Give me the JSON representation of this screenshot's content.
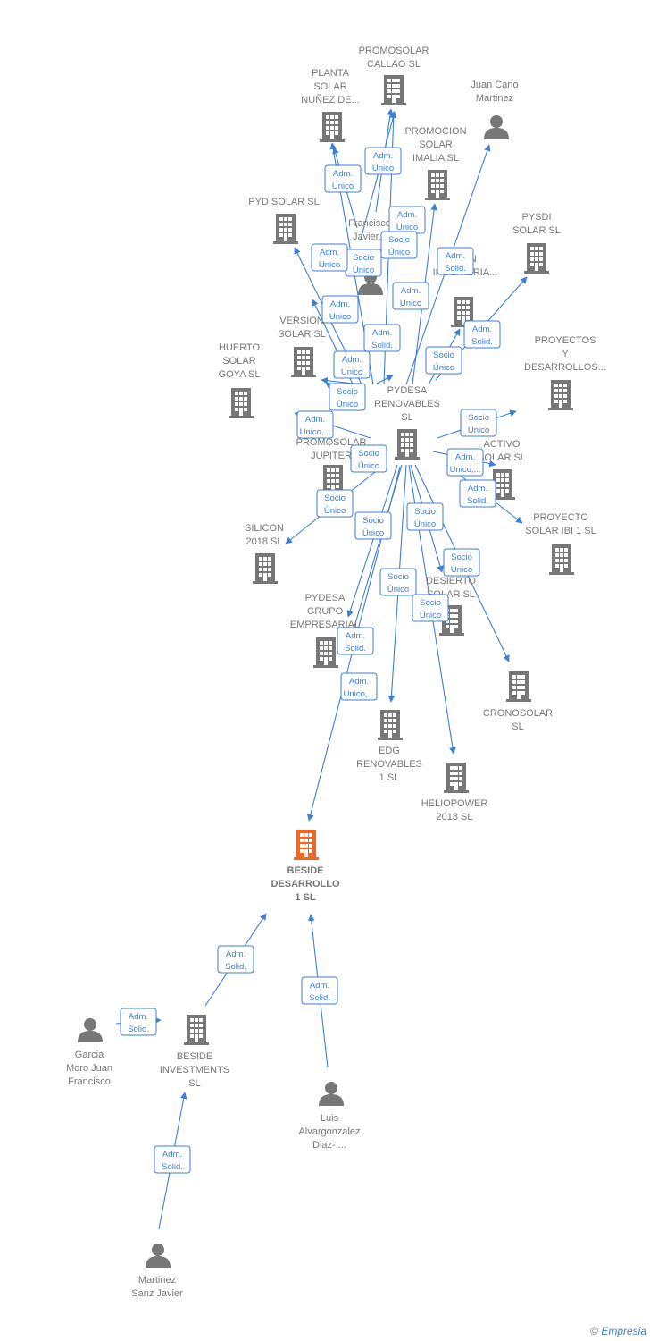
{
  "colors": {
    "edge": "#3d7fd6",
    "node": "#777777",
    "highlight": "#f26522"
  },
  "nodes": [
    {
      "id": "promosolar_callao",
      "type": "company",
      "label": [
        "PROMOSOLAR",
        "CALLAO  SL"
      ]
    },
    {
      "id": "planta_solar",
      "type": "company",
      "label": [
        "PLANTA",
        "SOLAR",
        "NUÑEZ DE..."
      ]
    },
    {
      "id": "juan_cano",
      "type": "person",
      "label": [
        "Juan Cano",
        "Martinez"
      ]
    },
    {
      "id": "promocion_imalia",
      "type": "company",
      "label": [
        "PROMOCION",
        "SOLAR",
        "IMALIA  SL"
      ]
    },
    {
      "id": "pyd_solar",
      "type": "company",
      "label": [
        "PYD SOLAR  SL"
      ]
    },
    {
      "id": "pysdi",
      "type": "company",
      "label": [
        "PYSDI",
        "SOLAR  SL"
      ]
    },
    {
      "id": "francisco",
      "type": "person",
      "label": [
        "Francisco",
        "Javier..."
      ]
    },
    {
      "id": "ingenieria",
      "type": "company",
      "label": [
        "...ON",
        "INGENIERIA..."
      ]
    },
    {
      "id": "version",
      "type": "company",
      "label": [
        "VERSION",
        "SOLAR  SL"
      ]
    },
    {
      "id": "proyectos_desarrollos",
      "type": "company",
      "label": [
        "PROYECTOS",
        "Y",
        "DESARROLLOS..."
      ]
    },
    {
      "id": "huerto_goya",
      "type": "company",
      "label": [
        "HUERTO",
        "SOLAR",
        "GOYA  SL"
      ]
    },
    {
      "id": "pydesa_renovables",
      "type": "company",
      "label": [
        "PYDESA",
        "RENOVABLES",
        "SL"
      ]
    },
    {
      "id": "promosolar_jupiter",
      "type": "company",
      "label": [
        "PROMOSOLAR",
        "JUPITER"
      ]
    },
    {
      "id": "activo_solar",
      "type": "company",
      "label": [
        "ACTIVO",
        "SOLAR  SL"
      ]
    },
    {
      "id": "silicon",
      "type": "company",
      "label": [
        "SILICON",
        "2018  SL"
      ]
    },
    {
      "id": "proyecto_ibi",
      "type": "company",
      "label": [
        "PROYECTO",
        "SOLAR IBI 1  SL"
      ]
    },
    {
      "id": "desierto",
      "type": "company",
      "label": [
        "DESIERTO",
        "SOLAR  SL"
      ]
    },
    {
      "id": "pydesa_grupo",
      "type": "company",
      "label": [
        "PYDESA",
        "GRUPO",
        "EMPRESARIAL"
      ]
    },
    {
      "id": "cronosolar",
      "type": "company",
      "label": [
        "CRONOSOLAR",
        "SL"
      ]
    },
    {
      "id": "edg",
      "type": "company",
      "label": [
        "EDG",
        "RENOVABLES",
        "1  SL"
      ]
    },
    {
      "id": "heliopower",
      "type": "company",
      "label": [
        "HELIOPOWER",
        "2018  SL"
      ]
    },
    {
      "id": "beside_desarrollo",
      "type": "company-highlight",
      "label": [
        "BESIDE",
        "DESARROLLO",
        "1  SL"
      ]
    },
    {
      "id": "garcia_moro",
      "type": "person",
      "label": [
        "Garcia",
        "Moro Juan",
        "Francisco"
      ]
    },
    {
      "id": "beside_investments",
      "type": "company",
      "label": [
        "BESIDE",
        "INVESTMENTS",
        "SL"
      ]
    },
    {
      "id": "luis_alvargonzalez",
      "type": "person",
      "label": [
        "Luis",
        "Alvargonzalez",
        "Diaz- ..."
      ]
    },
    {
      "id": "martinez_sanz",
      "type": "person",
      "label": [
        "Martinez",
        "Sanz Javier"
      ]
    }
  ],
  "edges": [
    {
      "label": [
        "Adm.",
        "Unico"
      ]
    },
    {
      "label": [
        "Adm.",
        "Unico"
      ]
    },
    {
      "label": [
        "Adm.",
        "Unico"
      ]
    },
    {
      "label": [
        "Adm.",
        "Solid."
      ]
    },
    {
      "label": [
        "Adm.",
        "Unico"
      ]
    },
    {
      "label": [
        "Socio",
        "Único"
      ]
    },
    {
      "label": [
        "Socio",
        "Único"
      ]
    },
    {
      "label": [
        "Adm.",
        "Unico"
      ]
    },
    {
      "label": [
        "Adm.",
        "Unico"
      ]
    },
    {
      "label": [
        "Adm.",
        "Solid."
      ]
    },
    {
      "label": [
        "Adm.",
        "Solid."
      ]
    },
    {
      "label": [
        "Adm.",
        "Unico"
      ]
    },
    {
      "label": [
        "Socio",
        "Único"
      ]
    },
    {
      "label": [
        "Socio",
        "Único"
      ]
    },
    {
      "label": [
        "Adm.",
        "Unico,..."
      ]
    },
    {
      "label": [
        "Socio",
        "Único"
      ]
    },
    {
      "label": [
        "Socio",
        "Único"
      ]
    },
    {
      "label": [
        "Adm.",
        "Unico,..."
      ]
    },
    {
      "label": [
        "Adm.",
        "Solid."
      ]
    },
    {
      "label": [
        "Socio",
        "Único"
      ]
    },
    {
      "label": [
        "Socio",
        "Único"
      ]
    },
    {
      "label": [
        "Socio",
        "Único"
      ]
    },
    {
      "label": [
        "Socio",
        "Único"
      ]
    },
    {
      "label": [
        "Socio",
        "Único"
      ]
    },
    {
      "label": [
        "Socio",
        "Único"
      ]
    },
    {
      "label": [
        "Adm.",
        "Solid."
      ]
    },
    {
      "label": [
        "Adm.",
        "Unico,..."
      ]
    },
    {
      "label": [
        "Adm.",
        "Solid."
      ]
    },
    {
      "label": [
        "Adm.",
        "Solid."
      ]
    },
    {
      "label": [
        "Adm.",
        "Solid."
      ]
    },
    {
      "label": [
        "Adm.",
        "Solid."
      ]
    }
  ],
  "footer": {
    "copyright": "©",
    "brand": "Empresia"
  }
}
